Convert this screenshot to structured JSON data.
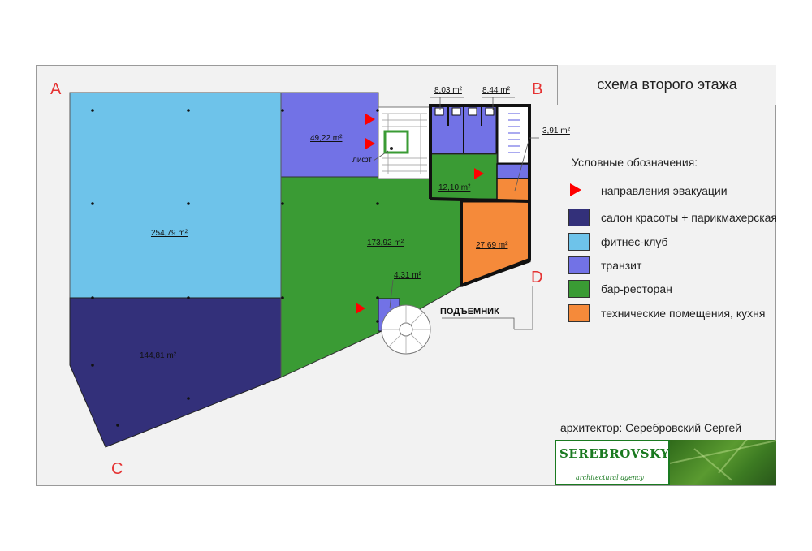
{
  "title": "схема второго этажа",
  "corners": {
    "a": "A",
    "b": "B",
    "c": "C",
    "d": "D"
  },
  "rooms": {
    "fitness": "254,79 m²",
    "beauty": "144,81 m²",
    "transit_top": "49,22 m²",
    "bar_main": "173,92 m²",
    "wc_left": "8,03 m²",
    "wc_right": "8,44 m²",
    "small_tech": "3,91 m²",
    "bar_small": "12,10 m²",
    "kitchen": "27,69 m²",
    "stair_transit": "4,31 m²"
  },
  "labels": {
    "lift": "лифт",
    "podemnik": "ПОДЪЕМНИК"
  },
  "legend": {
    "title": "Условные обозначения:",
    "items": [
      {
        "label": "направления эвакуации",
        "kind": "arrow",
        "color": "#ff0000"
      },
      {
        "label": "салон красоты + парикмахерская",
        "kind": "swatch",
        "color": "#33307a"
      },
      {
        "label": "фитнес-клуб",
        "kind": "swatch",
        "color": "#6ec3ea"
      },
      {
        "label": "транзит",
        "kind": "swatch",
        "color": "#7272e6"
      },
      {
        "label": "бар-ресторан",
        "kind": "swatch",
        "color": "#3a9b34"
      },
      {
        "label": "технические помещения, кухня",
        "kind": "swatch",
        "color": "#f58a3a"
      }
    ]
  },
  "architect": "архитектор: Серебровский Сергей",
  "logo": {
    "name": "SEREBROVSKY & co",
    "subtitle": "architectural agency"
  },
  "colors": {
    "beauty": "#33307a",
    "fitness": "#6ec3ea",
    "transit": "#7272e6",
    "bar": "#3a9b34",
    "kitchen": "#f58a3a",
    "evac": "#ff0000",
    "corner_letters": "#e53333"
  }
}
